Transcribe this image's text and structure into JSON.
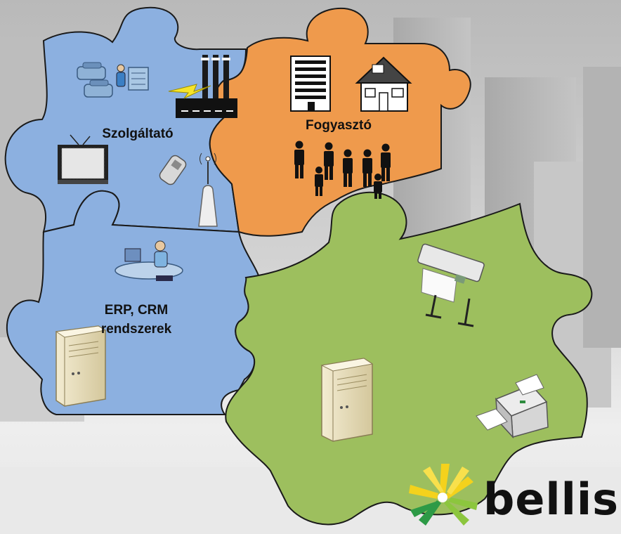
{
  "pieces": {
    "provider": {
      "label": "Szolgáltató",
      "color": "#8cb0e0"
    },
    "consumer": {
      "label": "Fogyasztó",
      "color": "#ef9a4c"
    },
    "erp": {
      "label_line1": "ERP, CRM",
      "label_line2": "rendszerek",
      "color": "#8cb0e0"
    },
    "output": {
      "label": "",
      "color": "#9dbf5e"
    }
  },
  "brand": {
    "name": "bellis"
  },
  "icons": [
    "telephone-icon",
    "operator-icon",
    "switchboard-icon",
    "power-plant-icon",
    "lightning-icon",
    "television-icon",
    "mobile-phone-icon",
    "antenna-tower-icon",
    "apartment-building-icon",
    "house-icon",
    "people-icon",
    "workstation-icon",
    "server-icon",
    "plotter-icon",
    "printer-icon",
    "logo-sunburst-icon"
  ]
}
